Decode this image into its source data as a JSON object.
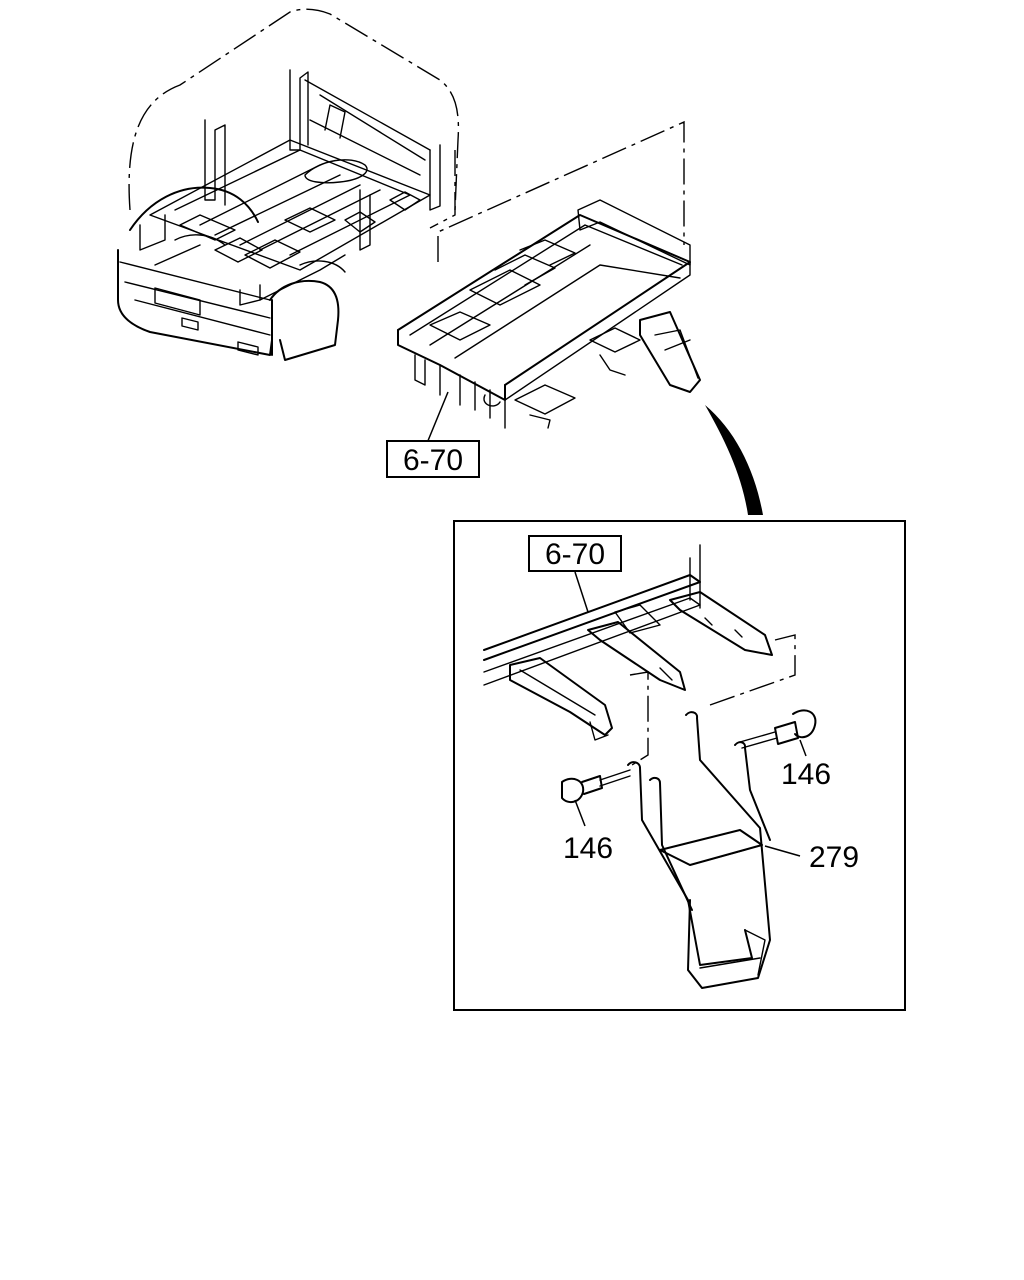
{
  "callouts": {
    "ref_main": "6-70",
    "ref_detail": "6-70",
    "bolt_right": "146",
    "bolt_left": "146",
    "step_bracket": "279"
  }
}
